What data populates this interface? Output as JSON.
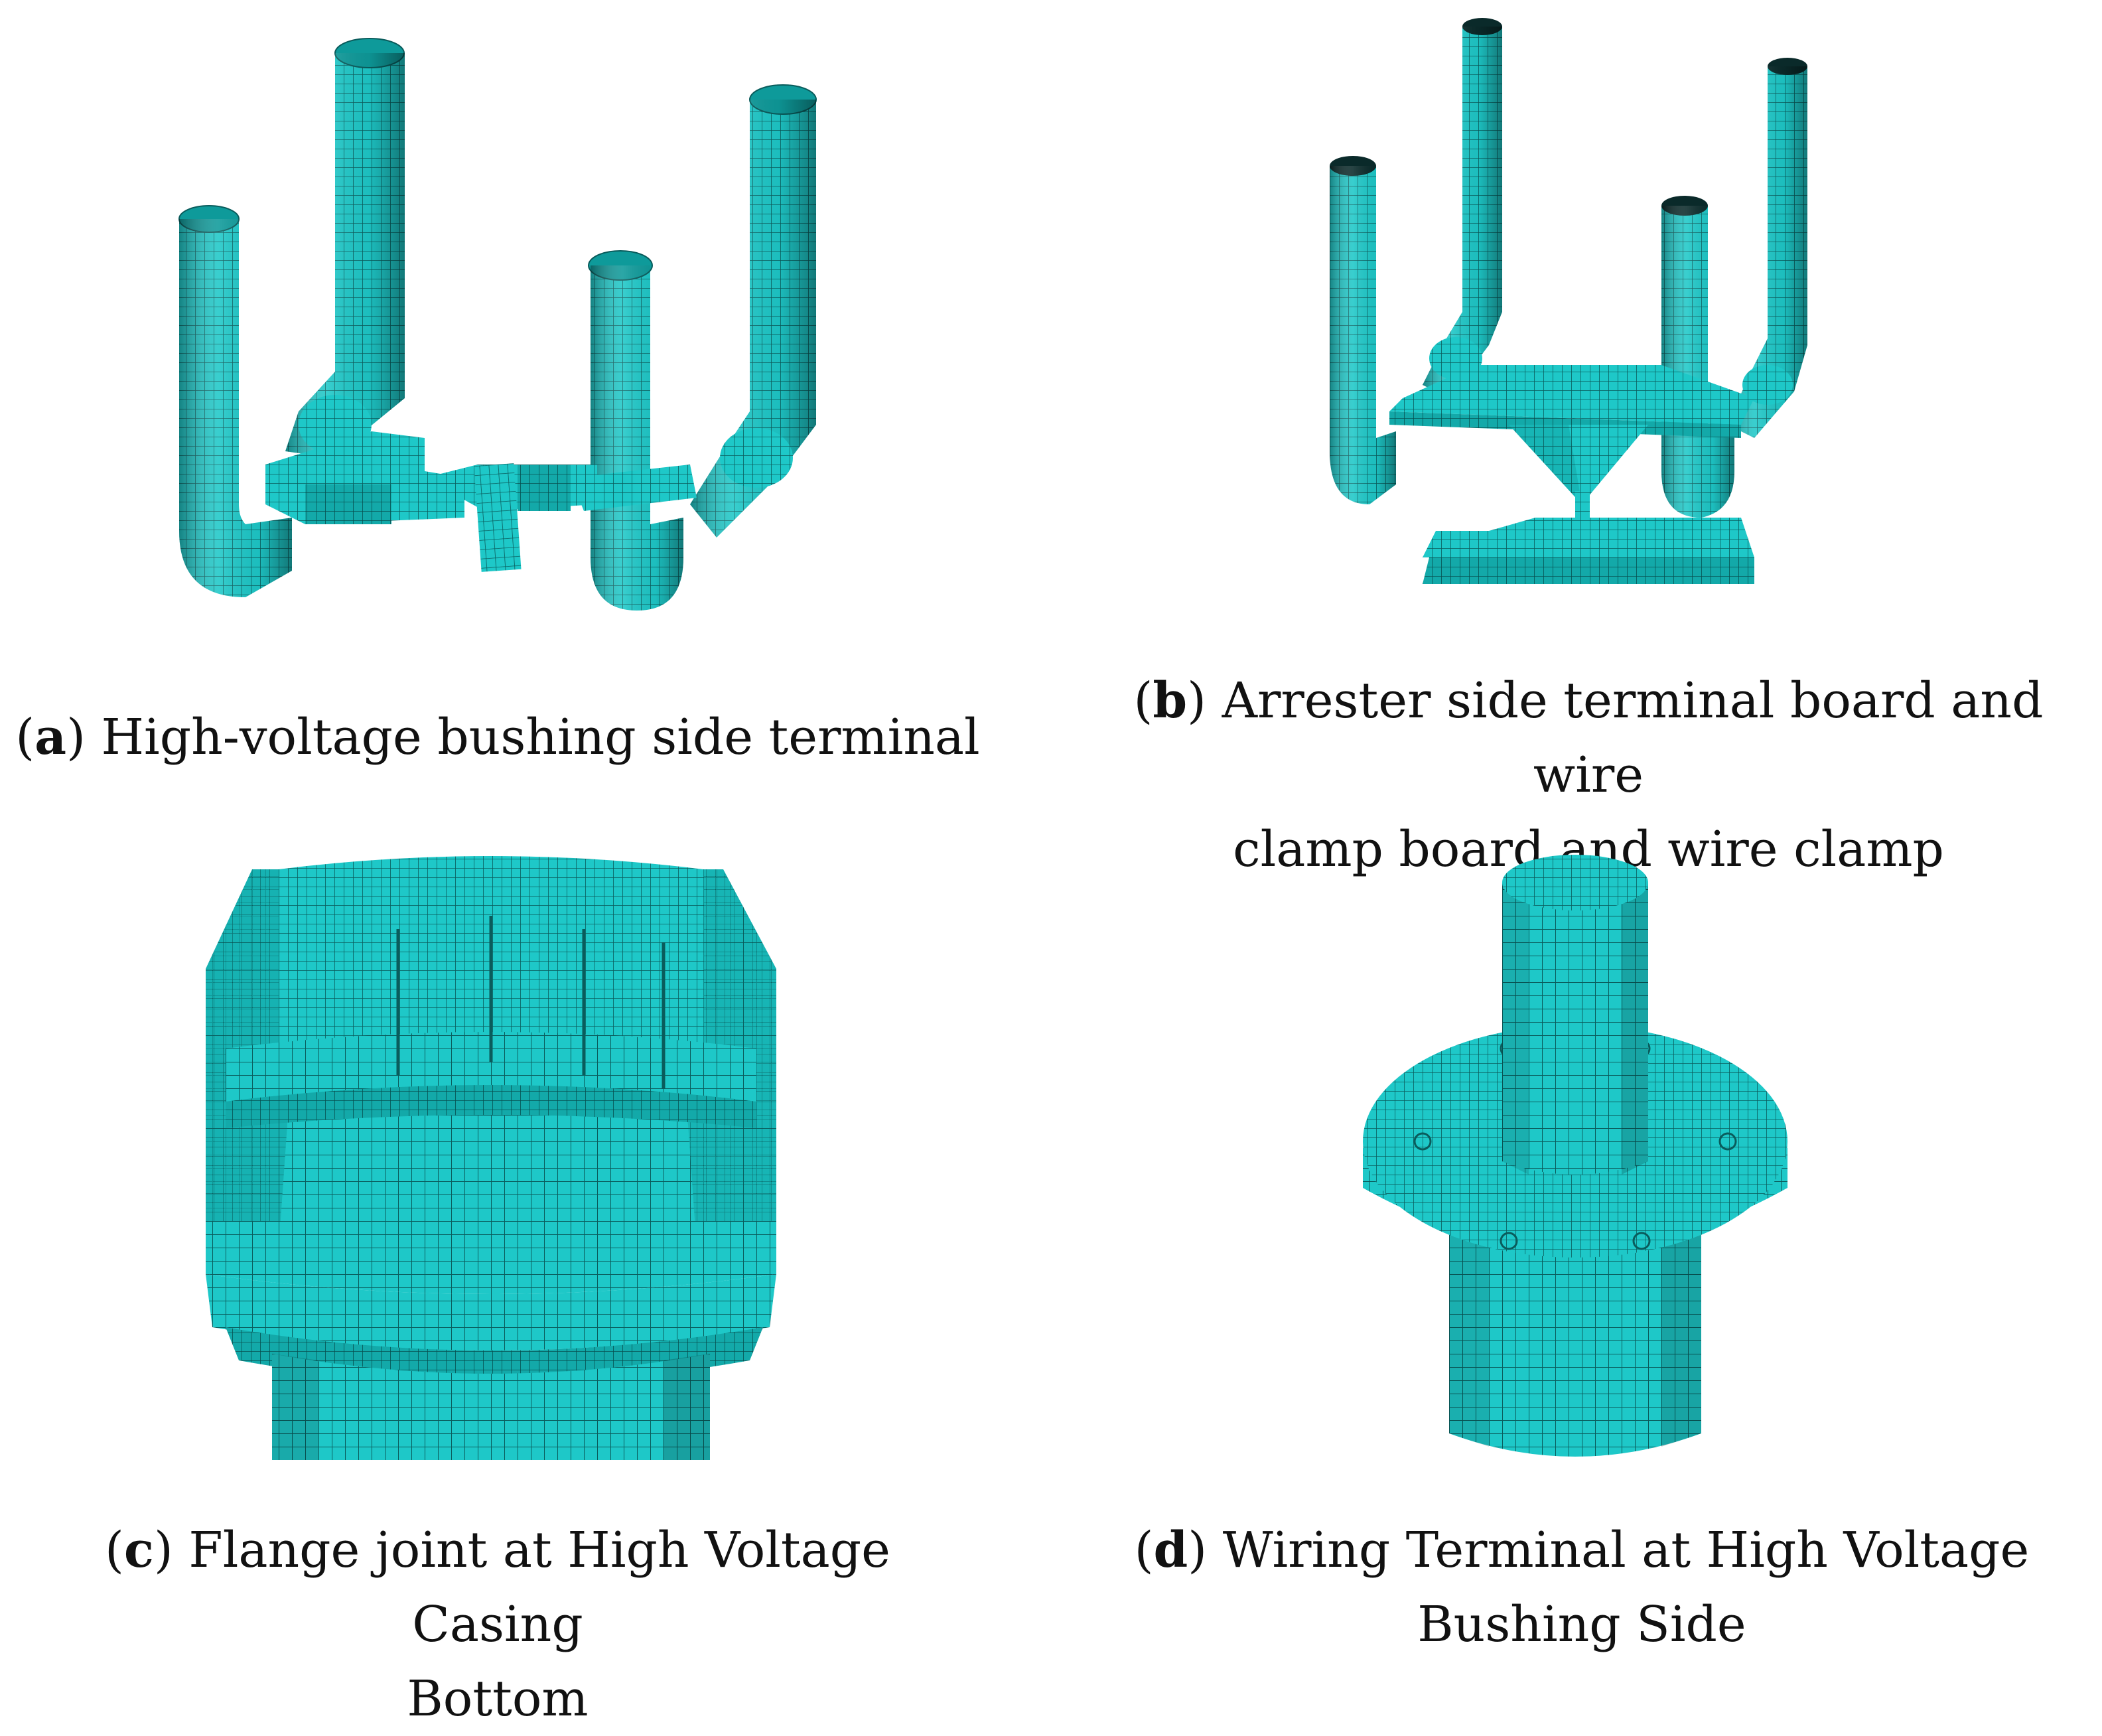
{
  "colors": {
    "mesh_fill": "#1ec8c8",
    "mesh_dark": "#0f8f8f",
    "mesh_light": "#4fe3e3",
    "mesh_line": "#0a5c5c"
  },
  "panels": [
    {
      "id": "a",
      "letter": "a",
      "caption": "High-voltage bushing side terminal"
    },
    {
      "id": "b",
      "letter": "b",
      "caption_line1": "Arrester side terminal board and wire",
      "caption_line2": "clamp board and wire clamp"
    },
    {
      "id": "c",
      "letter": "c",
      "caption_line1": "Flange joint at High Voltage Casing",
      "caption_line2": "Bottom"
    },
    {
      "id": "d",
      "letter": "d",
      "caption_line1": "Wiring Terminal at High Voltage",
      "caption_line2": "Bushing Side"
    }
  ]
}
